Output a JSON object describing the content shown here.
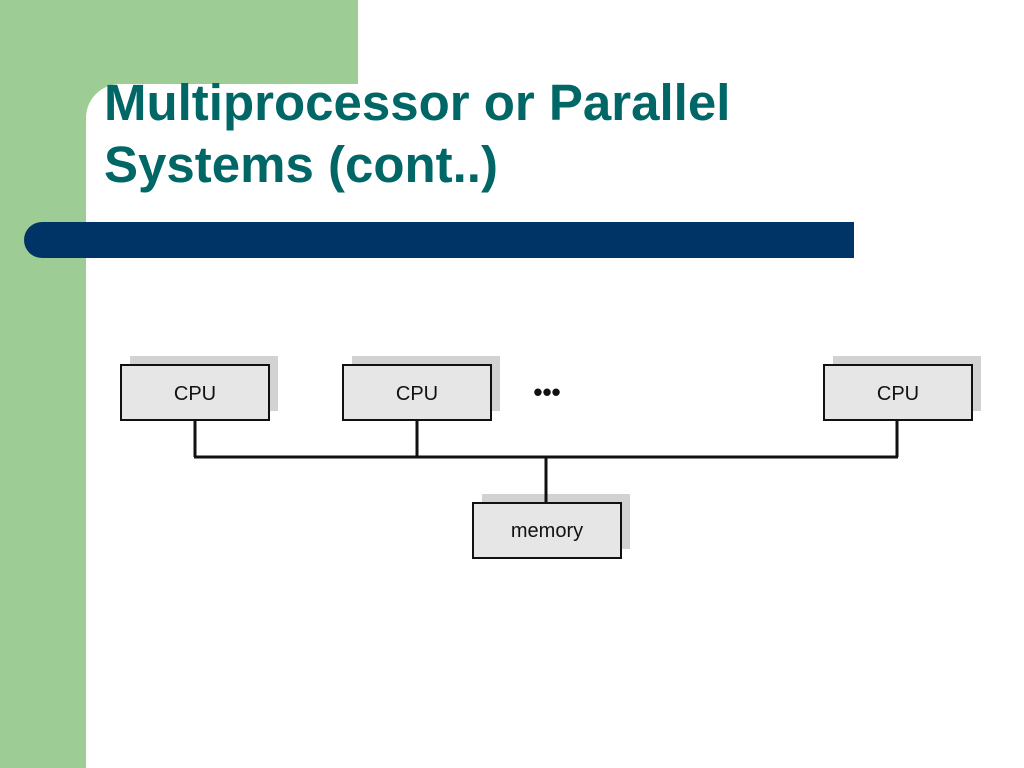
{
  "slide": {
    "title_line1": "Multiprocessor or Parallel",
    "title_line2": "Systems (cont..)"
  },
  "diagram": {
    "cpus": [
      {
        "label": "CPU"
      },
      {
        "label": "CPU"
      },
      {
        "label": "CPU"
      }
    ],
    "ellipsis": "•••",
    "memory": {
      "label": "memory"
    }
  },
  "colors": {
    "title": "#006666",
    "rule": "#003366",
    "side_band": "#9dcd94",
    "box_fill": "#e6e6e6",
    "box_shadow": "#d2d2d2"
  }
}
